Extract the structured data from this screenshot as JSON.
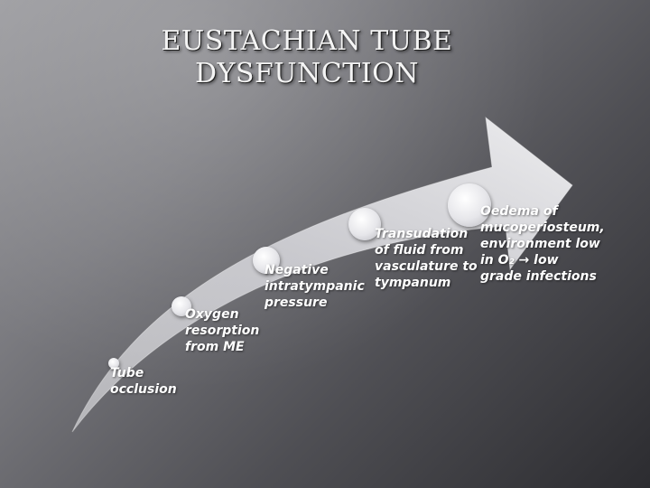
{
  "title": {
    "line1": "EUSTACHIAN TUBE",
    "line2": "DYSFUNCTION"
  },
  "steps": [
    {
      "label": "Tube\nocclusion"
    },
    {
      "label": "Oxygen\nresorption\nfrom ME"
    },
    {
      "label": "Negative\nintratympanic\npressure"
    },
    {
      "label": "Transudation\nof fluid from\nvasculature to\ntympanum"
    },
    {
      "label": "Oedema of\nmucoperiosteum,\nenvironment low\nin O₂ → low\ngrade infections"
    }
  ],
  "colors": {
    "arrow": "#eeeef1",
    "circle": "#ffffff",
    "text": "#ffffff"
  }
}
